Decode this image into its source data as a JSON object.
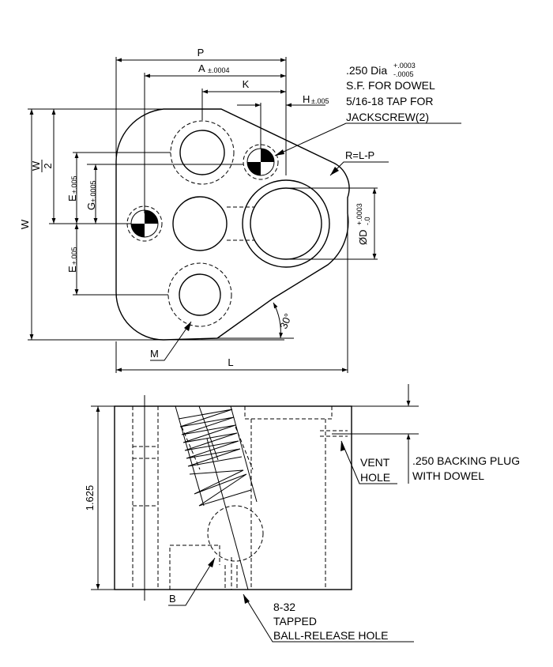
{
  "top_view": {
    "P": "P",
    "A": "A",
    "A_tol": "±.0004",
    "K": "K",
    "H": "H",
    "H_tol": "±.005",
    "W": "W",
    "W_half_num": "W",
    "W_half_den": "2",
    "E_upper": "E",
    "E_upper_tol": "±.005",
    "G": "G",
    "G_tol": "±.0005",
    "E_lower": "E",
    "E_lower_tol": "±.005",
    "L": "L",
    "M": "M",
    "R": "R=L-P",
    "angle": "30°",
    "D_label": "ØD",
    "D_tol_plus": "+.0003",
    "D_tol_minus": "-.0",
    "note_line1_main": ".250 Dia",
    "note_line1_plus": "+.0003",
    "note_line1_minus": "-.0005",
    "note_line2": "S.F. FOR DOWEL",
    "note_line3": "5/16-18 TAP FOR",
    "note_line4": "JACKSCREW(2)"
  },
  "side_view": {
    "height": "1.625",
    "vent_line1": "VENT",
    "vent_line2": "HOLE",
    "plug_line1": ".250 BACKING PLUG",
    "plug_line2": "WITH DOWEL",
    "B": "B",
    "tap_line1": "8-32",
    "tap_line2": "TAPPED",
    "tap_line3": "BALL-RELEASE HOLE"
  }
}
